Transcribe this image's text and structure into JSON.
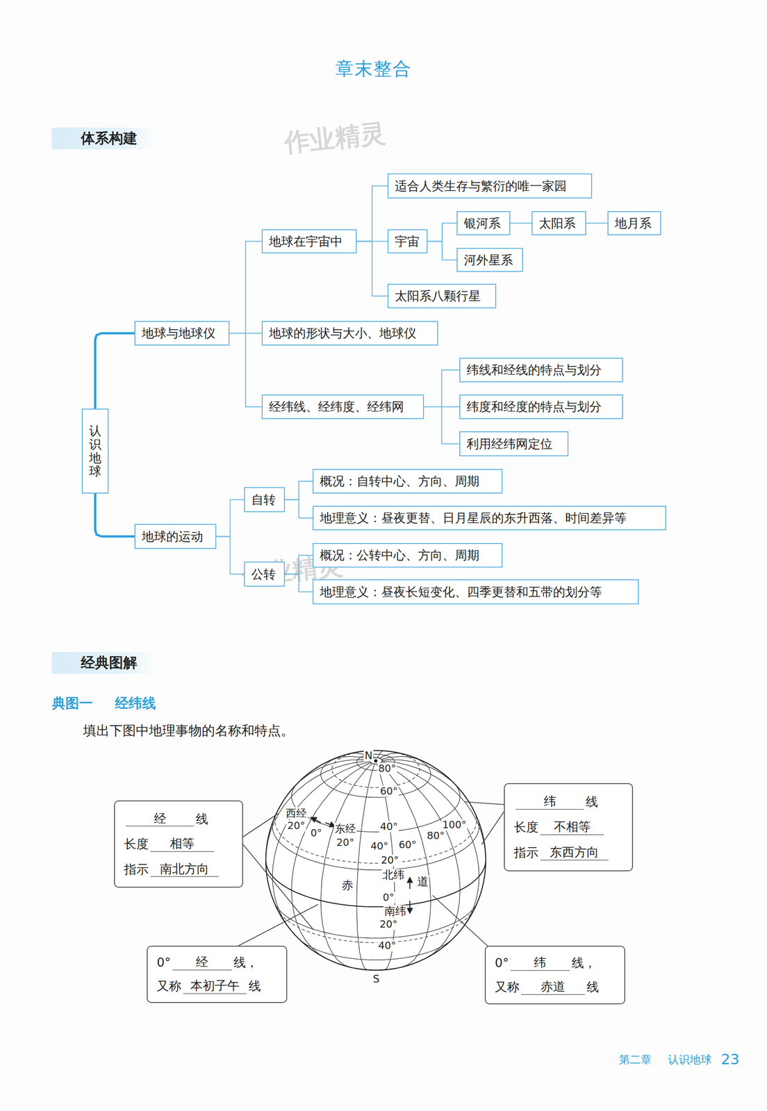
{
  "diagram": {
    "title": "章末整合",
    "nodes": [
      {
        "text": [
          "体系构建"
        ]
      },
      {
        "text": [
          "认识地球"
        ]
      },
      {
        "text": [
          "地球与地球仪"
        ]
      },
      {
        "text": [
          "地球的运动"
        ]
      },
      {
        "text": [
          "地球在宇宙中"
        ]
      },
      {
        "text": [
          "地球的形状与大小、地球仪"
        ]
      },
      {
        "text": [
          "经纬线、经纬度、经纬网"
        ]
      },
      {
        "text": [
          "适合人类生存与繁衍的唯一家园"
        ]
      },
      {
        "text": [
          "宇宙"
        ]
      },
      {
        "text": [
          "太阳系八颗行星"
        ]
      },
      {
        "text": [
          "银河系"
        ]
      },
      {
        "text": [
          "太阳系"
        ]
      },
      {
        "text": [
          "地月系"
        ]
      },
      {
        "text": [
          "河外星系"
        ]
      },
      {
        "text": [
          "纬线和经线的特点与划分"
        ]
      },
      {
        "text": [
          "纬度和经度的特点与划分"
        ]
      },
      {
        "text": [
          "利用经纬网定位"
        ]
      },
      {
        "text": [
          "自转"
        ]
      },
      {
        "text": [
          "公转"
        ]
      },
      {
        "text": [
          "概况：自转中心、方向、周期"
        ]
      },
      {
        "text": [
          "地理意义：昼夜更替、日月星辰的东升西落、时间差异等"
        ]
      },
      {
        "text": [
          "概况：公转中心、方向、周期"
        ]
      },
      {
        "text": [
          "地理意义：昼夜长短变化、四季更替和五带的划分等"
        ]
      },
      {
        "text": [
          "经典图解"
        ]
      },
      {
        "text": [
          "经",
          "线",
          "长度",
          "相等",
          "指示",
          "南北方向"
        ]
      },
      {
        "text": [
          "纬",
          "线",
          "长度",
          "不相等",
          "指示",
          "东西方向"
        ]
      },
      {
        "text": [
          "0°",
          "经",
          "线，",
          "又称",
          "本初子午",
          "线"
        ]
      },
      {
        "text": [
          "0°",
          "纬",
          "线，",
          "又称",
          "赤道",
          "线"
        ]
      }
    ],
    "edges": [
      {
        "from": 1,
        "to": 2,
        "arrow": "none"
      },
      {
        "from": 1,
        "to": 3,
        "arrow": "none"
      },
      {
        "from": 2,
        "to": 4,
        "arrow": "none"
      },
      {
        "from": 2,
        "to": 5,
        "arrow": "none"
      },
      {
        "from": 2,
        "to": 6,
        "arrow": "none"
      },
      {
        "from": 4,
        "to": 7,
        "arrow": "none"
      },
      {
        "from": 4,
        "to": 8,
        "arrow": "none"
      },
      {
        "from": 4,
        "to": 9,
        "arrow": "none"
      },
      {
        "from": 8,
        "to": 10,
        "arrow": "none"
      },
      {
        "from": 8,
        "to": 13,
        "arrow": "none"
      },
      {
        "from": 10,
        "to": 11,
        "arrow": "none"
      },
      {
        "from": 11,
        "to": 12,
        "arrow": "none"
      },
      {
        "from": 6,
        "to": 14,
        "arrow": "none"
      },
      {
        "from": 6,
        "to": 15,
        "arrow": "none"
      },
      {
        "from": 6,
        "to": 16,
        "arrow": "none"
      },
      {
        "from": 3,
        "to": 17,
        "arrow": "none"
      },
      {
        "from": 3,
        "to": 18,
        "arrow": "none"
      },
      {
        "from": 17,
        "to": 19,
        "arrow": "none"
      },
      {
        "from": 17,
        "to": 20,
        "arrow": "none"
      },
      {
        "from": 18,
        "to": 21,
        "arrow": "none"
      },
      {
        "from": 18,
        "to": 22,
        "arrow": "none"
      }
    ],
    "labels": [
      "作业精灵",
      "作业精灵",
      "典图一",
      "经纬线",
      "填出下图中地理事物的名称和特点。",
      "N",
      "80°",
      "60°",
      "西经",
      "20°",
      "0°",
      "东经",
      "20°",
      "40°",
      "40°",
      "60°",
      "80°",
      "100°",
      "20°",
      "北纬",
      "赤",
      "道",
      "0°",
      "南纬",
      "20°",
      "40°",
      "S",
      "第二章",
      "认识地球",
      "23"
    ]
  }
}
